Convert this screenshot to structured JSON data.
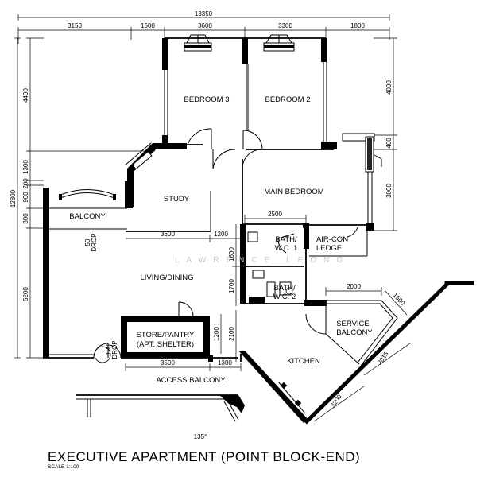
{
  "dimensions": {
    "total_width": "13350",
    "top": [
      "3150",
      "1500",
      "3600",
      "3300",
      "1800"
    ],
    "total_height": "12800",
    "left": [
      "4400",
      "1300",
      "200",
      "900",
      "800",
      "5200"
    ],
    "right": [
      "4000",
      "400",
      "3000"
    ],
    "inner": {
      "d2500": "2500",
      "d3600": "3600",
      "d1200a": "1200",
      "d1600": "1600",
      "d1700": "1700",
      "d2100": "2100",
      "d1200b": "1200",
      "d2000": "2000",
      "d1500": "1500",
      "d2015": "2015",
      "d3200": "3200",
      "d3500": "3500",
      "d1300": "1300",
      "d135": "135°"
    }
  },
  "rooms": {
    "bedroom3": "BEDROOM 3",
    "bedroom2": "BEDROOM 2",
    "study": "STUDY",
    "main_bedroom": "MAIN BEDROOM",
    "balcony": "BALCONY",
    "drop50": "50",
    "drop50b": "DROP",
    "bath1a": "BATH/",
    "bath1b": "W.C. 1",
    "aircon_a": "AIR-CON",
    "aircon_b": "LEDGE",
    "bath2a": "BATH/",
    "bath2b": "W.C. 2",
    "living": "LIVING/DINING",
    "store_a": "STORE/PANTRY",
    "store_b": "(APT. SHELTER)",
    "service_a": "SERVICE",
    "service_b": "BALCONY",
    "kitchen": "KITCHEN",
    "drop100a": "100",
    "drop100b": "DROP",
    "access": "ACCESS BALCONY"
  },
  "watermark": "LAWRENCE LEONG",
  "title": "EXECUTIVE APARTMENT (POINT BLOCK-END)",
  "scale": "SCALE 1:100"
}
